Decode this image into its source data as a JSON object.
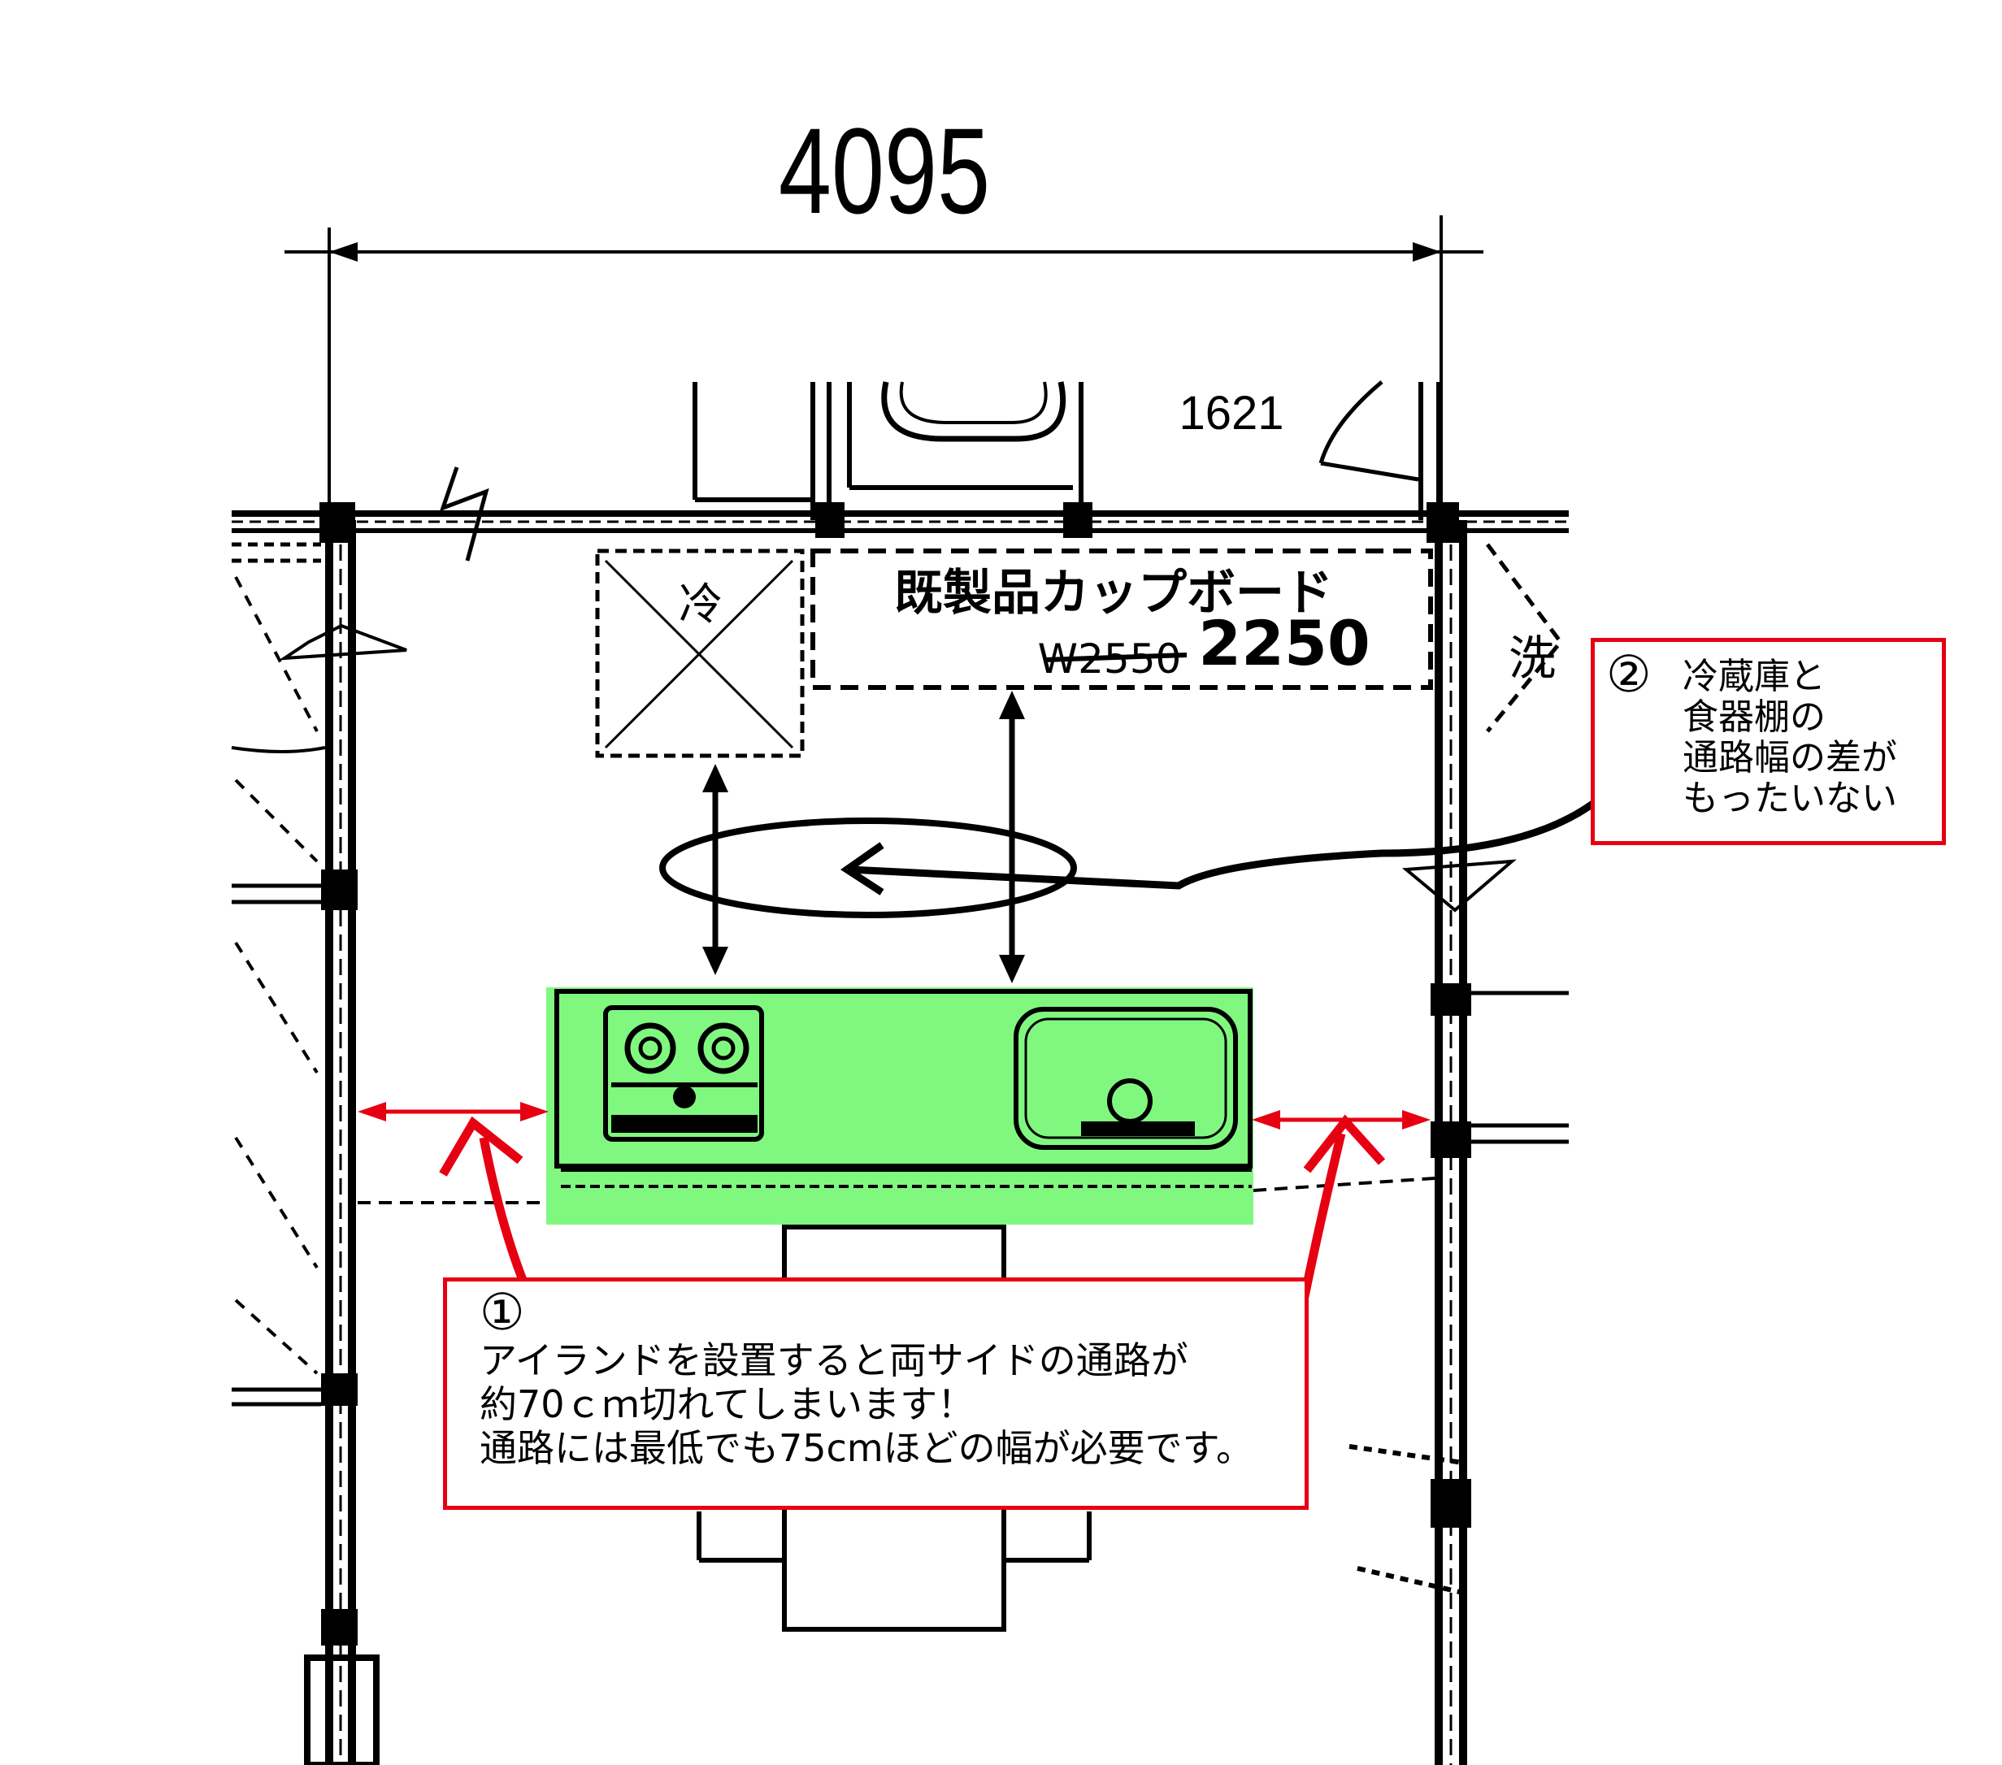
{
  "dimensions": {
    "overall_width": "4095",
    "upper_dim": "1621",
    "cupboard_label": "既製品カップボード",
    "cupboard_width_old": "W2550",
    "cupboard_width_new": "2250"
  },
  "labels": {
    "fridge_mark": "冷",
    "washer_mark": "洗"
  },
  "callout_1": {
    "number": "①",
    "lines": [
      "アイランドを設置すると両サイドの通路が",
      "約70ｃｍ切れてしまいます！",
      "通路には最低でも75cmほどの幅が必要です。"
    ]
  },
  "callout_2": {
    "number": "②",
    "lines": [
      "冷蔵庫と",
      "食器棚の",
      "通路幅の差が",
      "もったいない"
    ]
  },
  "colors": {
    "annotation_red": "#e60012",
    "island_green": "#80f880",
    "line_black": "#000000"
  }
}
